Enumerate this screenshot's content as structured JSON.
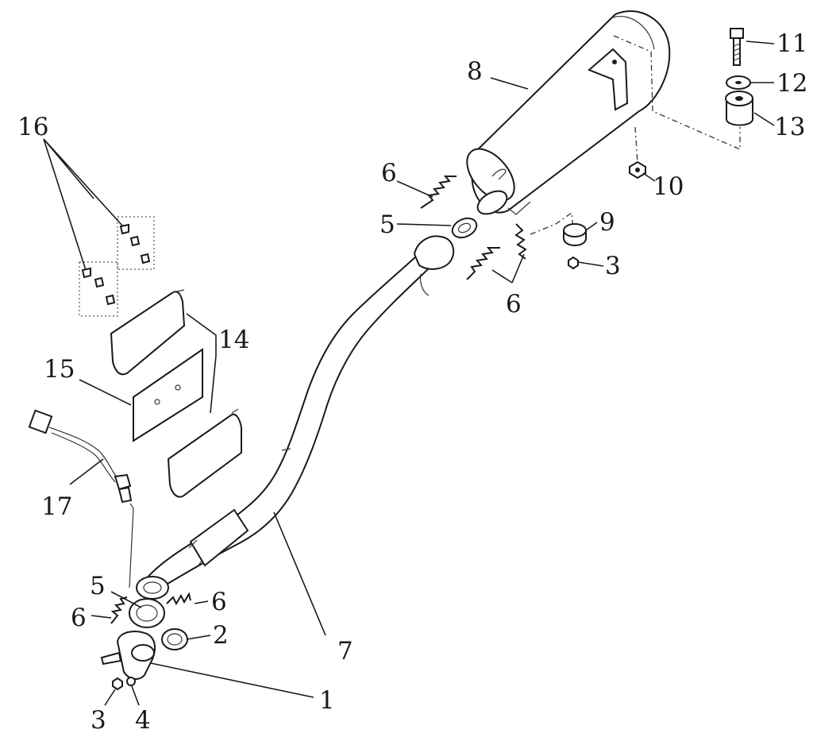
{
  "labels": {
    "l1": "1",
    "l2": "2",
    "l3a": "3",
    "l3b": "3",
    "l4": "4",
    "l5a": "5",
    "l5b": "5",
    "l6a": "6",
    "l6b": "6",
    "l6c": "6",
    "l6d": "6",
    "l7": "7",
    "l8": "8",
    "l9": "9",
    "l10": "10",
    "l11": "11",
    "l12": "12",
    "l13": "13",
    "l14": "14",
    "l15": "15",
    "l16": "16",
    "l17": "17"
  }
}
